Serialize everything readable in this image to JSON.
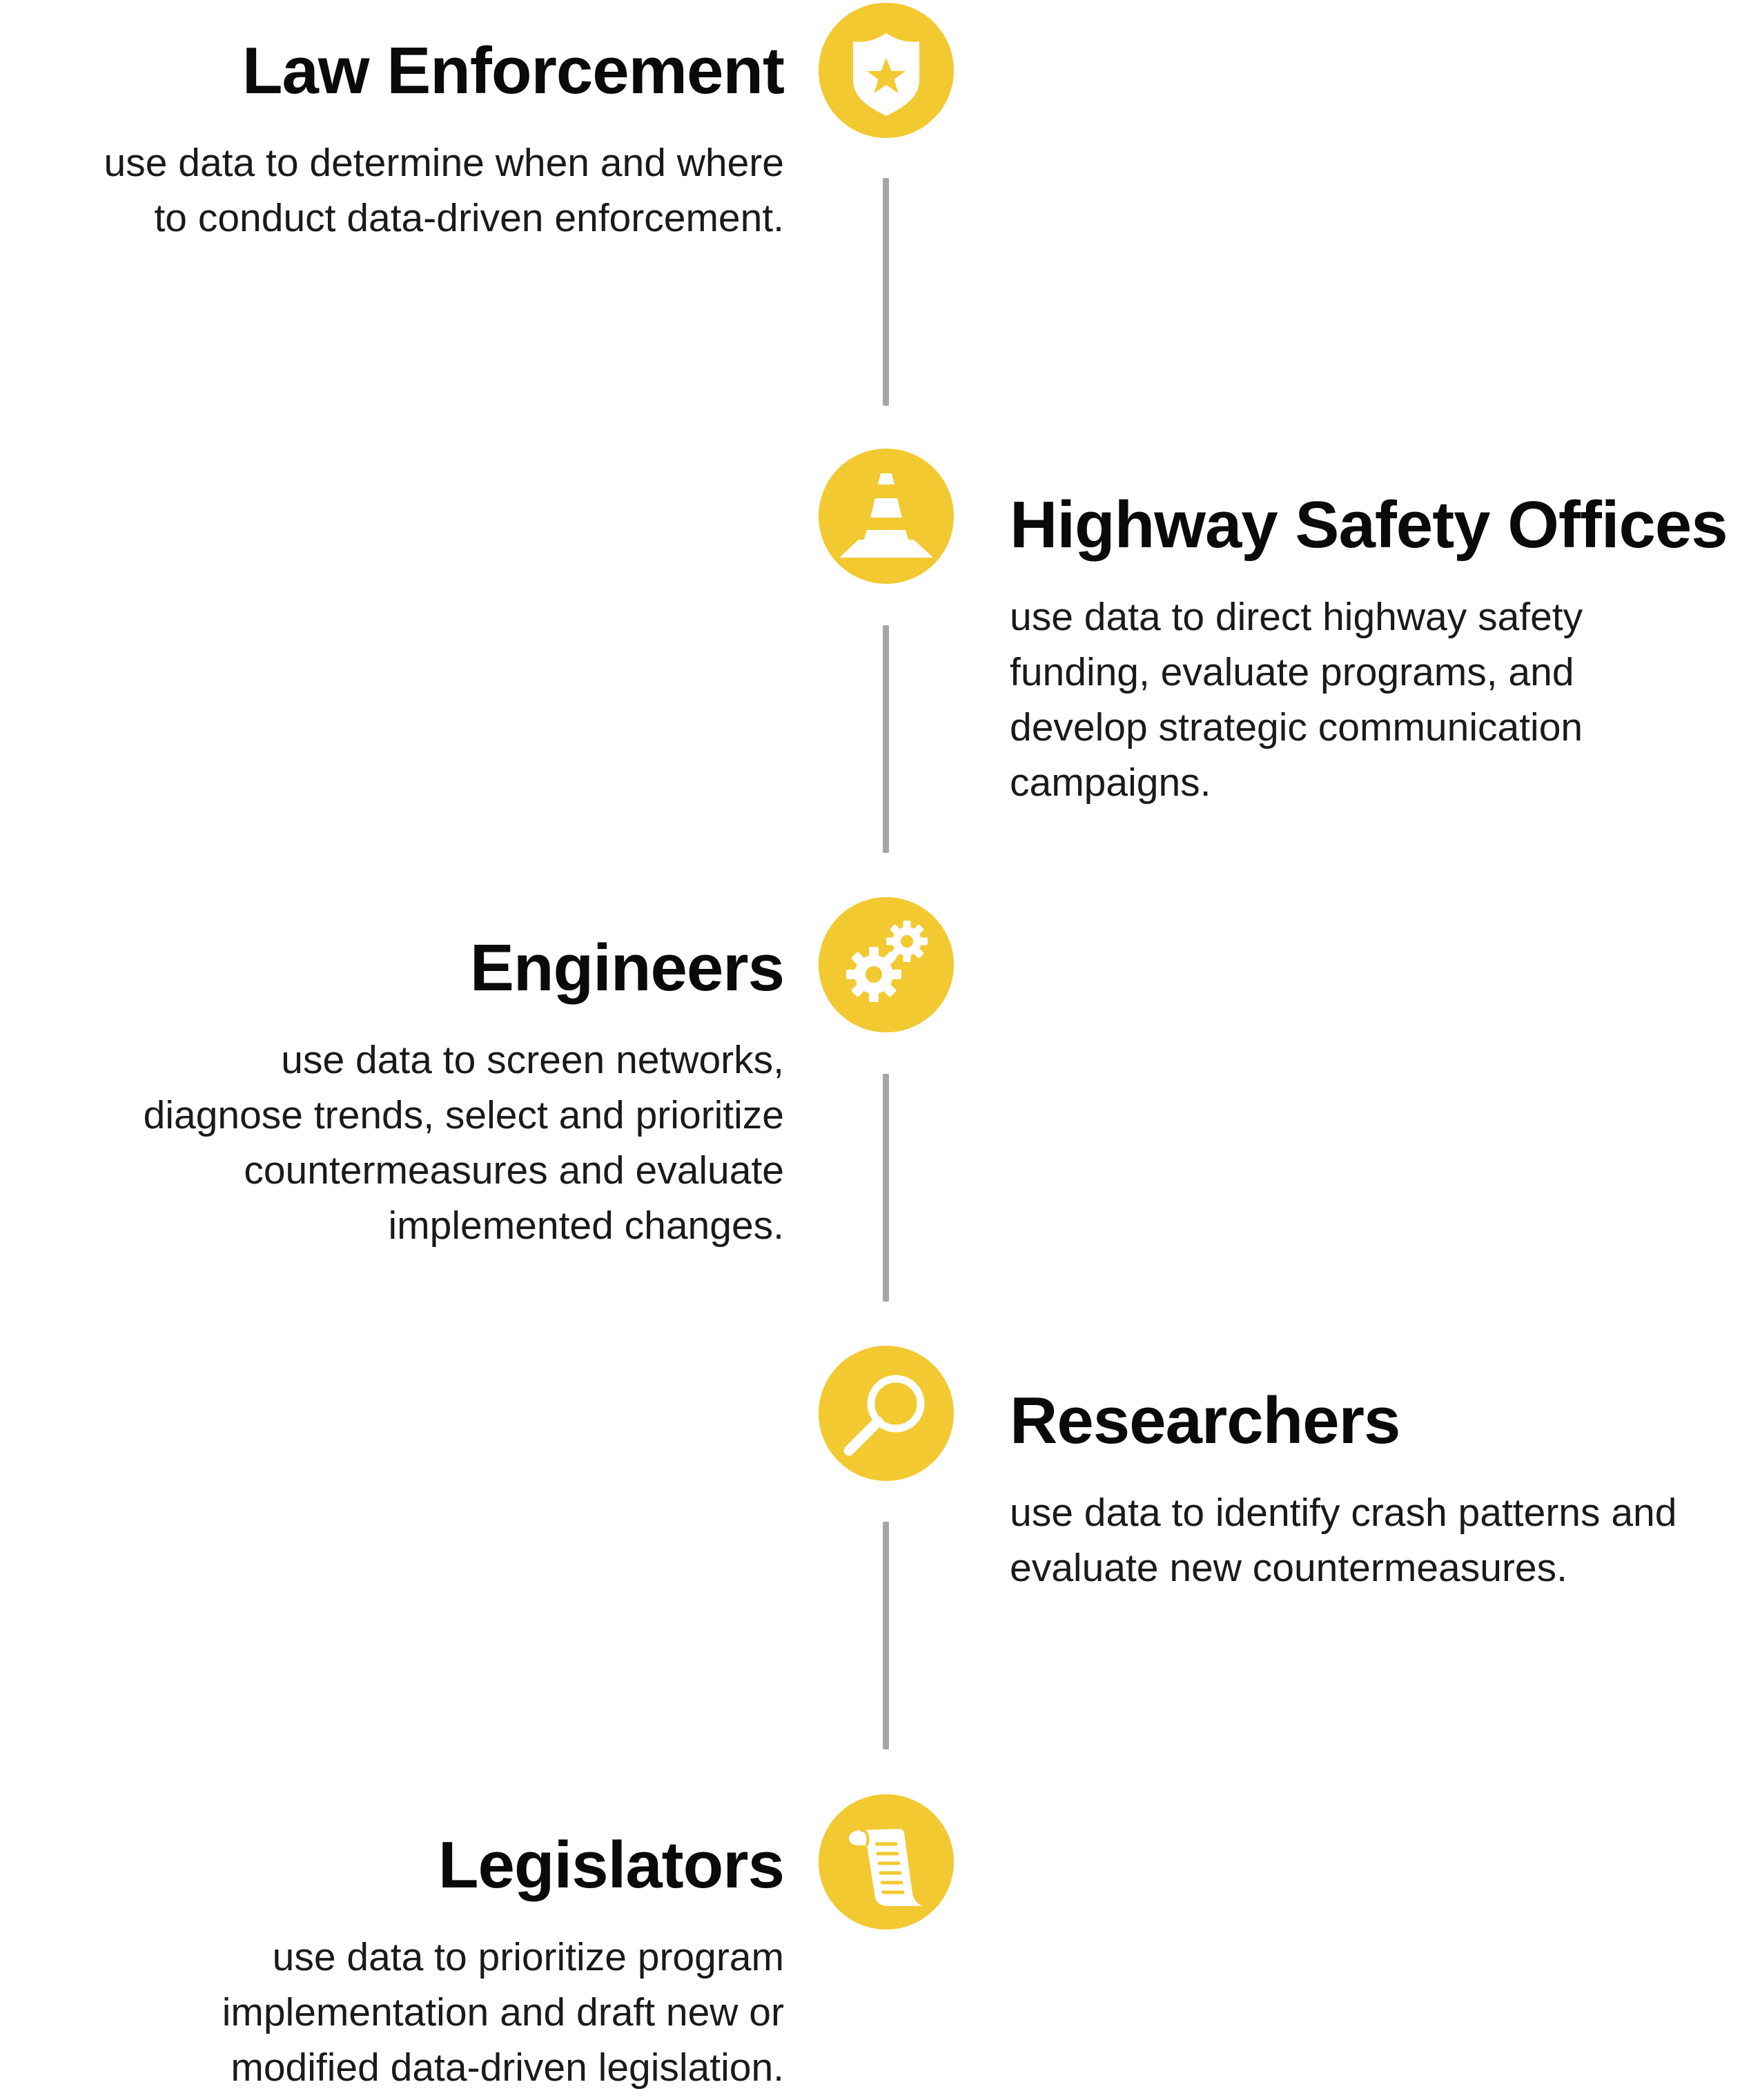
{
  "roles": [
    {
      "title": "Law Enforcement",
      "icon": "police-badge-icon",
      "lines": [
        "use data to determine when and where",
        "to conduct data-driven enforcement."
      ]
    },
    {
      "title": "Highway Safety Offices",
      "icon": "traffic-cone-icon",
      "lines": [
        "use data to direct highway safety",
        "funding, evaluate programs, and",
        "develop strategic communication",
        "campaigns."
      ]
    },
    {
      "title": "Engineers",
      "icon": "gears-icon",
      "lines": [
        "use data to screen networks,",
        "diagnose trends, select and prioritize",
        "countermeasures and evaluate",
        "implemented changes."
      ]
    },
    {
      "title": "Researchers",
      "icon": "magnifying-glass-icon",
      "lines": [
        "use data to identify crash patterns and",
        "evaluate new countermeasures."
      ]
    },
    {
      "title": "Legislators",
      "icon": "scroll-document-icon",
      "lines": [
        "use data to prioritize program",
        "implementation and draft new or",
        "modified data-driven legislation."
      ]
    }
  ],
  "colors": {
    "accent": "#f2c931",
    "connector": "#a6a6a6",
    "text": "#111111"
  }
}
